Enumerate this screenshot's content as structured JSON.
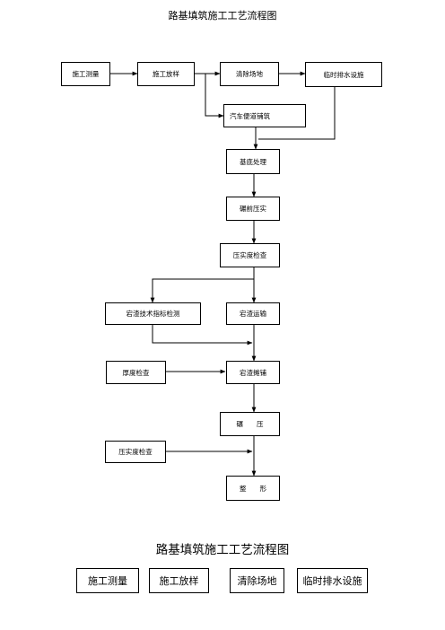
{
  "titles": {
    "top": "路基填筑施工工艺流程图",
    "bottom": "路基填筑施工工艺流程图"
  },
  "boxes": {
    "survey": "施工测量",
    "layout": "施工放样",
    "clear_site": "清除场地",
    "drainage": "临时排水设施",
    "access_road": "汽车便道铺筑",
    "base_treatment": "基底处理",
    "rolling_compact": "碾前压实",
    "compaction_check_1": "压实度检查",
    "ballast_test": "宕渣技术指标检测",
    "ballast_transport": "宕渣运输",
    "thickness_check": "厚度检查",
    "ballast_spread": "宕渣摊铺",
    "roll": "碾　　压",
    "compaction_check_2": "压实度检查",
    "shaping": "整　　形"
  },
  "bottom_boxes": {
    "survey": "施工测量",
    "layout": "施工放样",
    "clear_site": "清除场地",
    "drainage": "临时排水设施"
  }
}
